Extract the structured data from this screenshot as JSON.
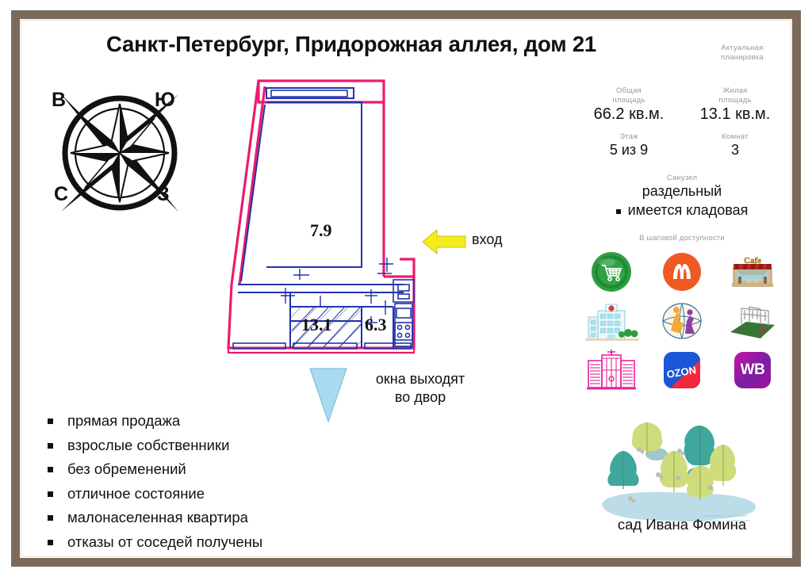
{
  "title": "Санкт-Петербург, Придорожная аллея, дом 21",
  "compass": {
    "east": "В",
    "south": "Ю",
    "north": "С",
    "west": "З"
  },
  "plan": {
    "areas": [
      {
        "label": "7.9"
      },
      {
        "label": "13.1"
      },
      {
        "label": "6.3"
      }
    ],
    "entrance_label": "вход",
    "windows_note": "окна выходят\nво двор",
    "windows_note_line1": "окна выходят",
    "windows_note_line2": "во двор"
  },
  "info": {
    "actual_plan": "Актуальная\nпланировка",
    "actual_plan_line1": "Актуальная",
    "actual_plan_line2": "планировка",
    "total_area_label_line1": "Общая",
    "total_area_label_line2": "площадь",
    "total_area_value": "66.2 кв.м.",
    "living_area_label_line1": "Жилая",
    "living_area_label_line2": "площадь",
    "living_area_value": "13.1 кв.м.",
    "floor_label": "Этаж",
    "floor_value": "5 из 9",
    "rooms_label": "Комнат",
    "rooms_value": "3",
    "bathroom_label": "Санузел",
    "bathroom_value": "раздельный",
    "storage_text": "имеется кладовая",
    "walking_distance_label": "В шаговой доступности",
    "park_name": "сад Ивана Фомина"
  },
  "amenities": [
    {
      "name": "shopping-cart-icon",
      "alt": "магазин"
    },
    {
      "name": "metro-icon",
      "alt": "метро"
    },
    {
      "name": "cafe-icon",
      "alt": "кафе"
    },
    {
      "name": "hospital-icon",
      "alt": "больница"
    },
    {
      "name": "fitness-icon",
      "alt": "фитнес"
    },
    {
      "name": "playground-icon",
      "alt": "спортплощадка"
    },
    {
      "name": "school-icon",
      "alt": "школа"
    },
    {
      "name": "ozon-icon",
      "alt": "OZON"
    },
    {
      "name": "wildberries-icon",
      "alt": "WB"
    }
  ],
  "brands": {
    "ozon": "OZON",
    "wb": "WB"
  },
  "features": [
    "прямая продажа",
    "взрослые собственники",
    "без обременений",
    "отличное состояние",
    "малонаселенная квартира",
    "отказы от соседей получены"
  ],
  "colors": {
    "frame": "#7b6a5b",
    "plan_outline": "#ec1b6e",
    "plan_walls": "#2233aa",
    "entrance_arrow": "#f5ec1c",
    "window_triangle": "#a8dbef",
    "metro_orange": "#ef5a24",
    "cart_green": "#1f8a34",
    "school_pink": "#e8249a",
    "ozon_blue": "#1a56d6",
    "ozon_red": "#f1283c",
    "wb_purple": "#a2129c",
    "muted_label": "#9a9a9a"
  }
}
